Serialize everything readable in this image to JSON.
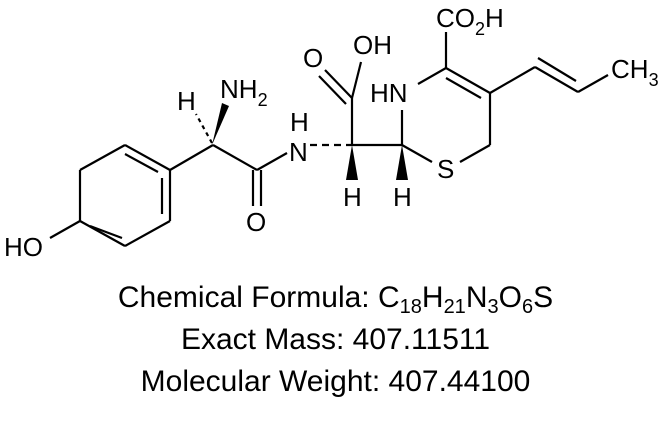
{
  "structure": {
    "atoms": {
      "ho": "HO",
      "h_alpha": "H",
      "nh2_n": "NH",
      "nh2_sub": "2",
      "amide_o": "O",
      "amide_n": "N",
      "amide_h": "H",
      "acid_o": "O",
      "acid_oh": "OH",
      "c2_h": "H",
      "c3_h": "H",
      "ring_hn": "HN",
      "ring_s": "S",
      "co2h_co": "CO",
      "co2h_sub": "2",
      "co2h_h": "H",
      "ch3_ch": "CH",
      "ch3_sub": "3"
    }
  },
  "info": {
    "formula_label": "Chemical Formula: ",
    "formula": [
      {
        "el": "C",
        "n": "18"
      },
      {
        "el": "H",
        "n": "21"
      },
      {
        "el": "N",
        "n": "3"
      },
      {
        "el": "O",
        "n": "6"
      },
      {
        "el": "S",
        "n": ""
      }
    ],
    "exact_mass_label": "Exact Mass: ",
    "exact_mass": "407.11511",
    "mw_label": "Molecular Weight: ",
    "mw": "407.44100"
  }
}
